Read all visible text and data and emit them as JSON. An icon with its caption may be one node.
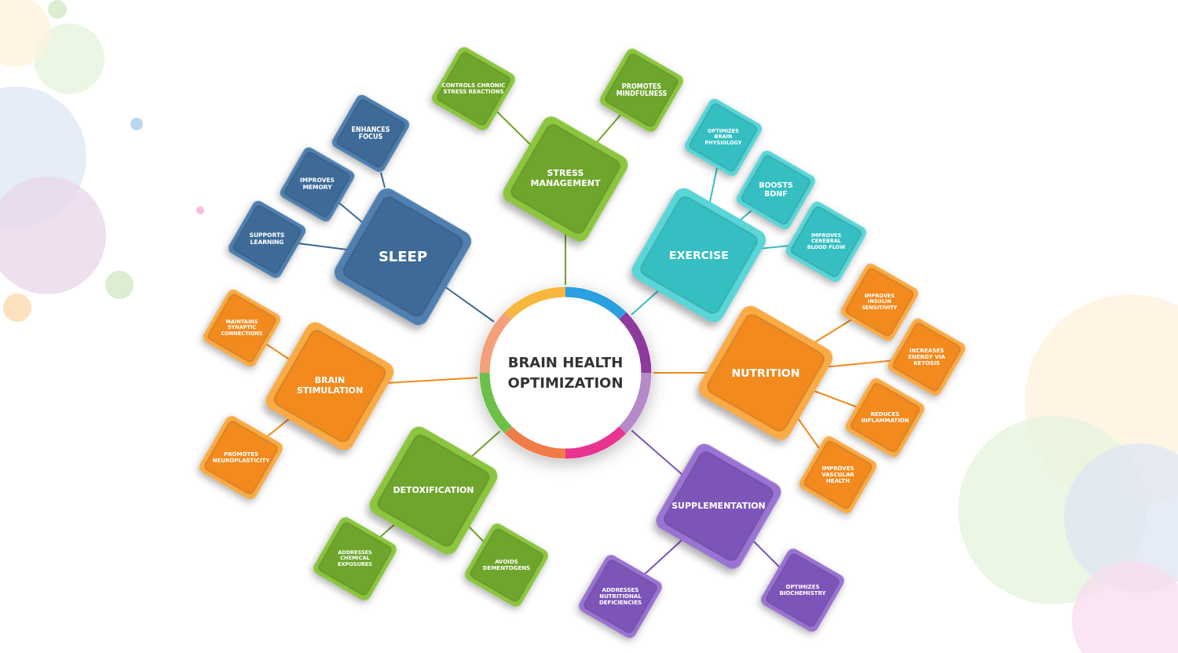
{
  "diagram": {
    "nodes": [
      {
        "text": [
          "BRAIN HEALTH OPTIMIZATION"
        ]
      },
      {
        "text": [
          "STRESS MANAGEMENT"
        ]
      },
      {
        "text": [
          "CONTROLS CHRONIC STRESS REACTIONS"
        ]
      },
      {
        "text": [
          "PROMOTES MINDFULNESS"
        ]
      },
      {
        "text": [
          "SLEEP"
        ]
      },
      {
        "text": [
          "ENHANCES FOCUS"
        ]
      },
      {
        "text": [
          "IMPROVES MEMORY"
        ]
      },
      {
        "text": [
          "SUPPORTS LEARNING"
        ]
      },
      {
        "text": [
          "EXERCISE"
        ]
      },
      {
        "text": [
          "OPTIMIZES BRAIN PHYSIOLOGY"
        ]
      },
      {
        "text": [
          "BOOSTS BDNF"
        ]
      },
      {
        "text": [
          "IMPROVES CEREBRAL BLOOD FLOW"
        ]
      },
      {
        "text": [
          "NUTRITION"
        ]
      },
      {
        "text": [
          "IMPROVES INSULIN SENSITIVITY"
        ]
      },
      {
        "text": [
          "INCREASES ENERGY VIA KETOSIS"
        ]
      },
      {
        "text": [
          "REDUCES INFLAMMATION"
        ]
      },
      {
        "text": [
          "IMPROVES VASCULAR HEALTH"
        ]
      },
      {
        "text": [
          "SUPPLEMENTATION"
        ]
      },
      {
        "text": [
          "ADDRESSES NUTRITIONAL DEFICIENCIES"
        ]
      },
      {
        "text": [
          "OPTIMIZES BIOCHEMISTRY"
        ]
      },
      {
        "text": [
          "DETOXIFICATION"
        ]
      },
      {
        "text": [
          "ADDRESSES CHEMICAL EXPOSURES"
        ]
      },
      {
        "text": [
          "AVOIDS DEMENTOGENS"
        ]
      },
      {
        "text": [
          "BRAIN STIMULATION"
        ]
      },
      {
        "text": [
          "MAINTAINS SYNAPTIC CONNECTIONS"
        ]
      },
      {
        "text": [
          "PROMOTES NEUROPLASTICITY"
        ]
      }
    ],
    "edges": [
      {
        "from": 0,
        "to": 1,
        "arrow": "none",
        "color": "#6ea52c"
      },
      {
        "from": 1,
        "to": 2,
        "arrow": "none",
        "color": "#6ea52c"
      },
      {
        "from": 1,
        "to": 3,
        "arrow": "none",
        "color": "#6ea52c"
      },
      {
        "from": 0,
        "to": 4,
        "arrow": "none",
        "color": "#3d6a96"
      },
      {
        "from": 4,
        "to": 5,
        "arrow": "none",
        "color": "#3d6a96"
      },
      {
        "from": 4,
        "to": 6,
        "arrow": "none",
        "color": "#3d6a96"
      },
      {
        "from": 4,
        "to": 7,
        "arrow": "none",
        "color": "#3d6a96"
      },
      {
        "from": 0,
        "to": 8,
        "arrow": "none",
        "color": "#35bfc2"
      },
      {
        "from": 8,
        "to": 9,
        "arrow": "none",
        "color": "#35bfc2"
      },
      {
        "from": 8,
        "to": 10,
        "arrow": "none",
        "color": "#35bfc2"
      },
      {
        "from": 8,
        "to": 11,
        "arrow": "none",
        "color": "#35bfc2"
      },
      {
        "from": 0,
        "to": 12,
        "arrow": "none",
        "color": "#f28a1e"
      },
      {
        "from": 12,
        "to": 13,
        "arrow": "none",
        "color": "#f28a1e"
      },
      {
        "from": 12,
        "to": 14,
        "arrow": "none",
        "color": "#f28a1e"
      },
      {
        "from": 12,
        "to": 15,
        "arrow": "none",
        "color": "#f28a1e"
      },
      {
        "from": 12,
        "to": 16,
        "arrow": "none",
        "color": "#f28a1e"
      },
      {
        "from": 0,
        "to": 17,
        "arrow": "none",
        "color": "#7d55b8"
      },
      {
        "from": 17,
        "to": 18,
        "arrow": "none",
        "color": "#7d55b8"
      },
      {
        "from": 17,
        "to": 19,
        "arrow": "none",
        "color": "#7d55b8"
      },
      {
        "from": 0,
        "to": 20,
        "arrow": "none",
        "color": "#6ea52c"
      },
      {
        "from": 20,
        "to": 21,
        "arrow": "none",
        "color": "#6ea52c"
      },
      {
        "from": 20,
        "to": 22,
        "arrow": "none",
        "color": "#6ea52c"
      },
      {
        "from": 0,
        "to": 23,
        "arrow": "none",
        "color": "#f28a1e"
      },
      {
        "from": 23,
        "to": 24,
        "arrow": "none",
        "color": "#f28a1e"
      },
      {
        "from": 23,
        "to": 25,
        "arrow": "none",
        "color": "#f28a1e"
      }
    ]
  }
}
